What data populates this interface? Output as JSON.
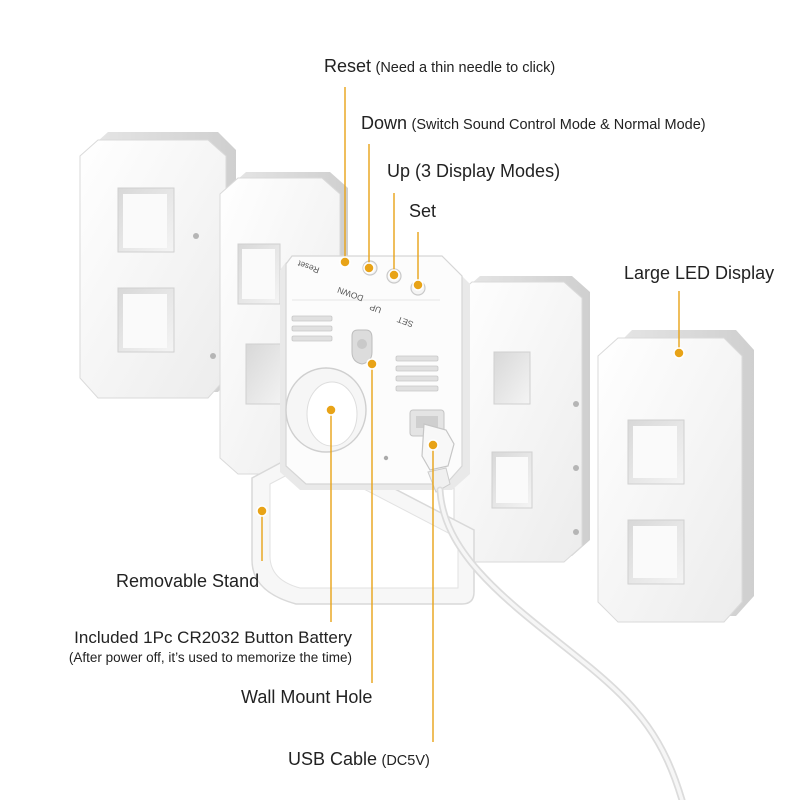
{
  "labels": {
    "reset": {
      "main": "Reset",
      "sub": "(Need a thin needle to click)"
    },
    "down": {
      "main": "Down",
      "sub": "(Switch Sound Control Mode & Normal Mode)"
    },
    "up": {
      "main": "Up (3 Display Modes)"
    },
    "set": {
      "main": "Set"
    },
    "led": {
      "main": "Large LED Display"
    },
    "stand": {
      "main": "Removable Stand"
    },
    "battery": {
      "main": "Included 1Pc CR2032 Button Battery",
      "note": "(After power off, it’s used to memorize the time)"
    },
    "wall": {
      "main": "Wall Mount Hole"
    },
    "usb": {
      "main": "USB Cable",
      "sub": "(DC5V)"
    }
  },
  "buttons": {
    "reset": "Reset",
    "down": "DOWN",
    "up": "UP",
    "set": "SET"
  },
  "colors": {
    "callout": "#e8a317",
    "body": "#ffffff",
    "shadow": "#d2d2d2",
    "window": "#f0f0f0"
  }
}
